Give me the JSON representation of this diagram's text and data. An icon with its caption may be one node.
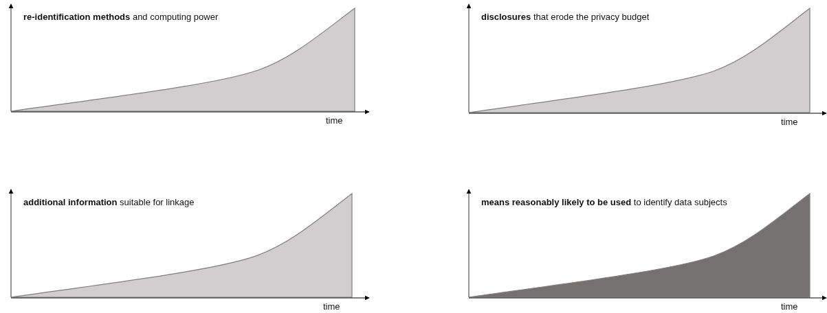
{
  "diagram": {
    "labels": [
      "**re-identification methods** and computing power",
      "time",
      "**disclosures** that erode the privacy budget",
      "time",
      "**additional information** suitable for linkage",
      "time",
      "**means reasonably likely to be used** to identify data subjects",
      "time"
    ]
  }
}
